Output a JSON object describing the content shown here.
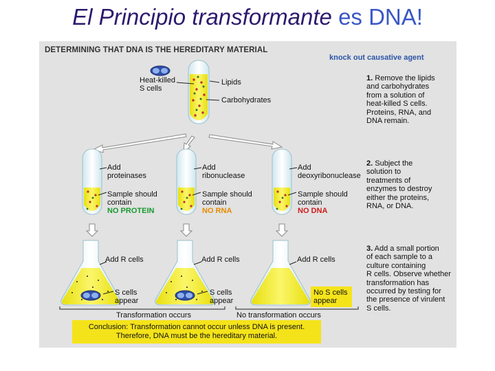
{
  "slide_title": {
    "part1": "El Principio transformante",
    "part2": "es DNA!"
  },
  "panel_header": "DETERMINING THAT DNA IS THE HEREDITARY MATERIAL",
  "knock_out": "knock out causative agent",
  "top_labels": {
    "heat_killed_1": "Heat-killed",
    "heat_killed_2": "S cells",
    "lipids": "Lipids",
    "carbohydrates": "Carbohydrates"
  },
  "steps": [
    {
      "num": "1.",
      "lines": [
        "Remove the lipids",
        "and carbohydrates",
        "from a solution of",
        "heat-killed S cells.",
        "Proteins, RNA, and",
        "DNA remain."
      ]
    },
    {
      "num": "2.",
      "lines": [
        "Subject the",
        "solution to",
        "treatments of",
        "enzymes to destroy",
        "either the proteins,",
        "RNA, or DNA."
      ]
    },
    {
      "num": "3.",
      "lines": [
        "Add a small portion",
        "of each sample to a",
        "culture containing",
        "R cells. Observe whether",
        "transformation has",
        "occurred by testing for",
        "the presence of virulent",
        "S cells."
      ]
    }
  ],
  "tubes": [
    {
      "add": "Add",
      "enzyme": "proteinases",
      "sample1": "Sample should",
      "sample2": "contain",
      "result": "NO PROTEIN"
    },
    {
      "add": "Add",
      "enzyme": "ribonuclease",
      "sample1": "Sample should",
      "sample2": "contain",
      "result": "NO RNA"
    },
    {
      "add": "Add",
      "enzyme": "deoxyribonuclease",
      "sample1": "Sample should",
      "sample2": "contain",
      "result": "NO DNA"
    }
  ],
  "flasks": [
    {
      "add": "Add R cells",
      "s1": "S cells",
      "s2": "appear"
    },
    {
      "add": "Add R cells",
      "s1": "S cells",
      "s2": "appear"
    },
    {
      "add": "Add R cells",
      "s1": "No S cells",
      "s2": "appear"
    }
  ],
  "transformation_occurs": "Transformation occurs",
  "no_transformation": "No transformation occurs",
  "conclusion": {
    "line1": "Conclusion: Transformation cannot occur unless DNA is present.",
    "line2": "Therefore, DNA must be the hereditary material."
  },
  "colors": {
    "title_italic": "#2c1a6e",
    "title_blue": "#3a57c6",
    "panel_bg": "#e2e2e2",
    "liquid_yellow": "#f1ea2a",
    "result_green": "#159a2e",
    "result_orange": "#e58a00",
    "result_red": "#d01a1a",
    "conclusion_bg": "#f4e31a"
  }
}
